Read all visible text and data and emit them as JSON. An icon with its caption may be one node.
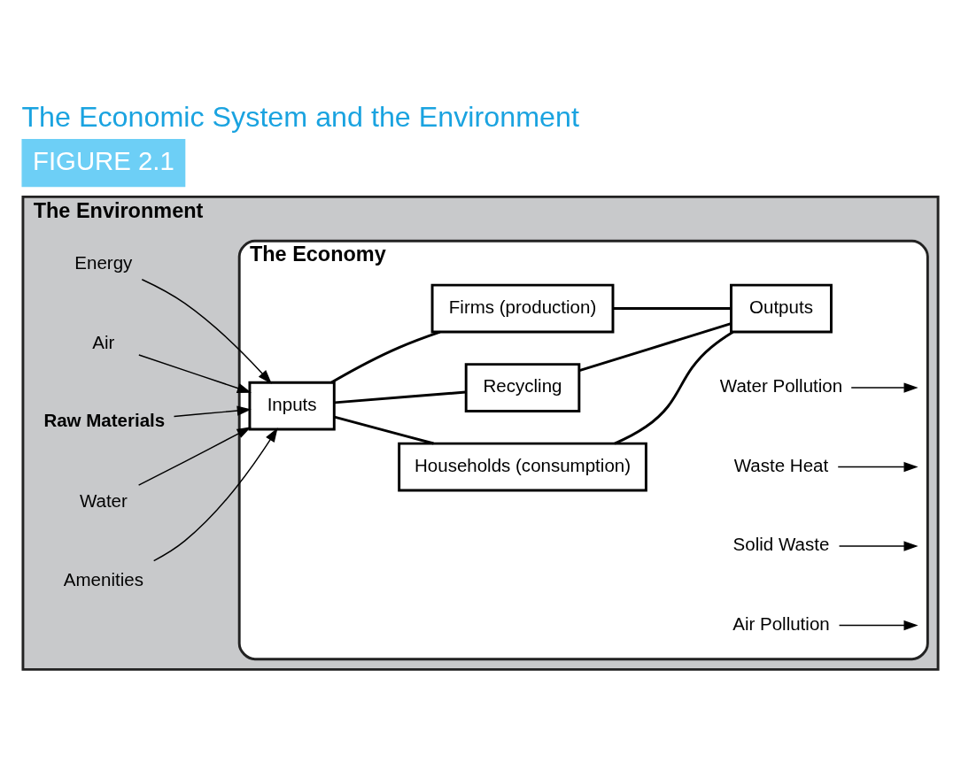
{
  "diagram": {
    "title": "The Economic System and the Environment",
    "nodes": [
      {
        "text": [
          "The Environment"
        ]
      },
      {
        "text": [
          "The Economy"
        ],
        "in": 0
      },
      {
        "text": [
          "Firms (production)"
        ],
        "in": 1
      },
      {
        "text": [
          "Recycling"
        ],
        "in": 1
      },
      {
        "text": [
          "Inputs"
        ],
        "in": 1
      },
      {
        "text": [
          "Outputs"
        ],
        "in": 1
      },
      {
        "text": [
          "Households (consumption)"
        ],
        "in": 1
      },
      {
        "text": [
          "Energy"
        ],
        "in": 0
      },
      {
        "text": [
          "Air"
        ],
        "in": 0
      },
      {
        "text": [
          "Raw Materials"
        ],
        "in": 0
      },
      {
        "text": [
          "Water"
        ],
        "in": 0
      },
      {
        "text": [
          "Amenities"
        ],
        "in": 0
      },
      {
        "text": [
          "Air Pollution"
        ],
        "in": 1
      },
      {
        "text": [
          "Solid Waste"
        ],
        "in": 1
      },
      {
        "text": [
          "Waste Heat"
        ],
        "in": 1
      },
      {
        "text": [
          "Water Pollution"
        ],
        "in": 1
      }
    ],
    "edges": [
      {
        "from": 7,
        "to": 4,
        "arrow": "to"
      },
      {
        "from": 8,
        "to": 4,
        "arrow": "to"
      },
      {
        "from": 9,
        "to": 4,
        "arrow": "to"
      },
      {
        "from": 10,
        "to": 4,
        "arrow": "to"
      },
      {
        "from": 11,
        "to": 4,
        "arrow": "to"
      },
      {
        "from": 4,
        "to": 2,
        "arrow": "none"
      },
      {
        "from": 2,
        "to": 5,
        "arrow": "none"
      },
      {
        "from": 4,
        "to": 3,
        "arrow": "none"
      },
      {
        "from": 3,
        "to": 5,
        "arrow": "none"
      },
      {
        "from": 4,
        "to": 6,
        "arrow": "none"
      },
      {
        "from": 6,
        "to": 5,
        "arrow": "none"
      },
      {
        "from": 12,
        "to": null,
        "arrow": "to"
      },
      {
        "from": 13,
        "to": null,
        "arrow": "to"
      },
      {
        "from": 14,
        "to": null,
        "arrow": "to"
      },
      {
        "from": 15,
        "to": null,
        "arrow": "to"
      }
    ],
    "labels": [
      "FIGURE 2.1"
    ]
  }
}
